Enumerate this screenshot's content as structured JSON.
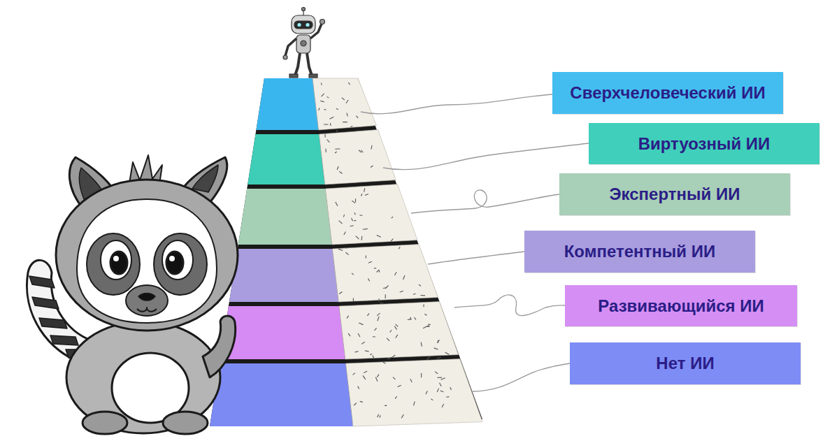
{
  "diagram": {
    "nodes": [
      {
        "text": [
          "Сверхчеловеческий ИИ"
        ]
      },
      {
        "text": [
          "Виртуозный ИИ"
        ]
      },
      {
        "text": [
          "Экспертный ИИ"
        ]
      },
      {
        "text": [
          "Компетентный ИИ"
        ]
      },
      {
        "text": [
          "Развивающийся ИИ"
        ]
      },
      {
        "text": [
          "Нет ИИ"
        ]
      }
    ]
  }
}
